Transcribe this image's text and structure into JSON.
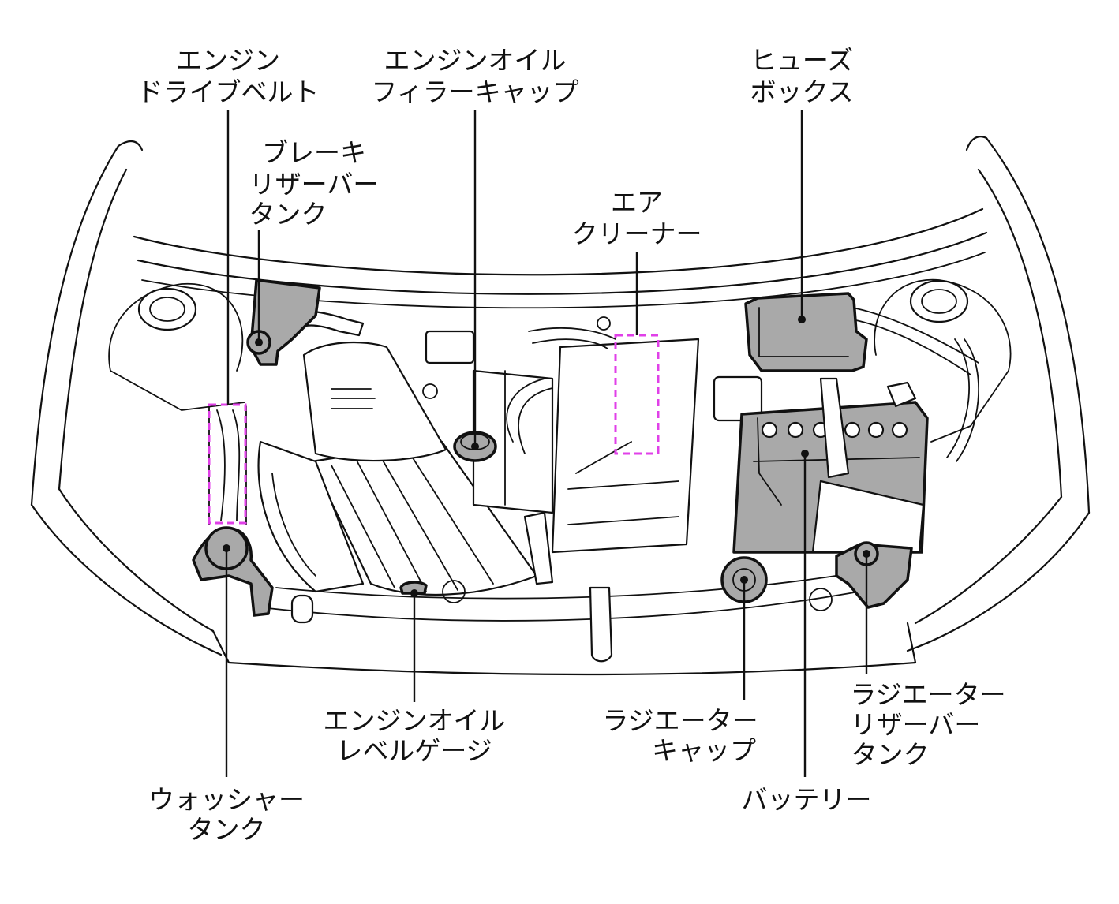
{
  "labels": {
    "drive_belt": [
      "エンジン",
      "ドライブベルト"
    ],
    "oil_filler_cap": [
      "エンジンオイル",
      "フィラーキャップ"
    ],
    "fuse_box": [
      "ヒューズ",
      "ボックス"
    ],
    "brake_reservoir": [
      "ブレーキ",
      "リザーバー",
      "タンク"
    ],
    "air_cleaner": [
      "エア",
      "クリーナー"
    ],
    "oil_level_gauge": [
      "エンジンオイル",
      "レベルゲージ"
    ],
    "radiator_cap": [
      "ラジエーター",
      "キャップ"
    ],
    "radiator_reservoir": [
      "ラジエーター",
      "リザーバー",
      "タンク"
    ],
    "battery": [
      "バッテリー"
    ],
    "washer_tank": [
      "ウォッシャー",
      "タンク"
    ]
  },
  "colors": {
    "line": "#111111",
    "component_fill": "#a9a9a9",
    "highlight_dash": "#e040e8",
    "background": "#ffffff"
  }
}
